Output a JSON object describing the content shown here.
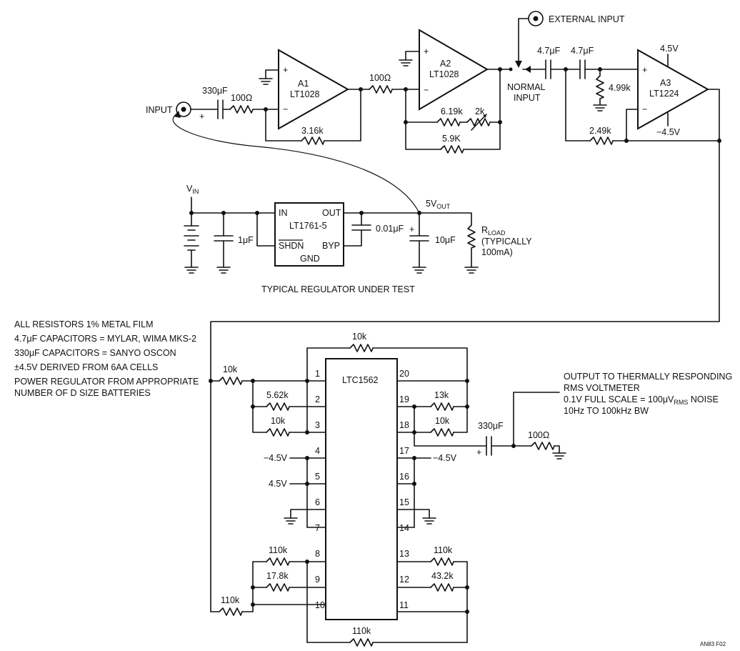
{
  "inputs": {
    "input_label": "INPUT",
    "external_input_label": "EXTERNAL INPUT",
    "normal_input_line1": "NORMAL",
    "normal_input_line2": "INPUT"
  },
  "amplifiers": {
    "a1": {
      "name": "A1",
      "part": "LT1028"
    },
    "a2": {
      "name": "A2",
      "part": "LT1028"
    },
    "a3": {
      "name": "A3",
      "part": "LT1224",
      "supply_pos": "4.5V",
      "supply_neg": "−4.5V"
    }
  },
  "components": {
    "c_in": "330μF",
    "r_in": "100Ω",
    "r_a1_fb": "3.16k",
    "r_a1_a2": "100Ω",
    "r_a2_fb1": "6.19k",
    "pot_a2": "2k",
    "r_a2_fb2": "5.9K",
    "c_hp1": "4.7μF",
    "c_hp2": "4.7μF",
    "r_hp": "4.99k",
    "r_a3_fb": "2.49k"
  },
  "regulator": {
    "vin_main": "V",
    "vin_sub": "IN",
    "chip": "LT1761-5",
    "pin_in": "IN",
    "pin_out": "OUT",
    "pin_shdn": "SHDN",
    "pin_byp": "BYP",
    "pin_gnd": "GND",
    "c_in": "1μF",
    "c_byp": "0.01μF",
    "c_out": "10μF",
    "vout_main": "5V",
    "vout_sub": "OUT",
    "rload_main": "R",
    "rload_sub": "LOAD",
    "rload_note1": "(TYPICALLY",
    "rload_note2": "100mA)",
    "caption": "TYPICAL REGULATOR UNDER TEST"
  },
  "notes": [
    "ALL RESISTORS 1% METAL FILM",
    "4.7μF CAPACITORS = MYLAR, WIMA MKS-2",
    "330μF CAPACITORS = SANYO OSCON",
    "±4.5V DERIVED FROM 6AA CELLS",
    "POWER REGULATOR FROM APPROPRIATE",
    "NUMBER OF D SIZE BATTERIES"
  ],
  "filter": {
    "chip": "LTC1562",
    "left_pins": [
      "1",
      "2",
      "3",
      "4",
      "5",
      "6",
      "7",
      "8",
      "9",
      "10"
    ],
    "right_pins": [
      "20",
      "19",
      "18",
      "17",
      "16",
      "15",
      "14",
      "13",
      "12",
      "11"
    ],
    "r_top": "10k",
    "r_in": "10k",
    "r_2": "5.62k",
    "r_3": "10k",
    "r_19": "13k",
    "r_18": "10k",
    "v_pin4": "−4.5V",
    "v_pin5": "4.5V",
    "v_pin17": "−4.5V",
    "r_8": "110k",
    "r_9": "17.8k",
    "r_10_in": "110k",
    "r_13": "110k",
    "r_12": "43.2k",
    "r_bottom": "110k"
  },
  "output": {
    "c_out": "330μF",
    "r_out": "100Ω",
    "line1": "OUTPUT TO THERMALLY RESPONDING",
    "line2": "RMS VOLTMETER",
    "line3_a": "0.1V FULL SCALE = 100μV",
    "line3_sub": "RMS",
    "line3_b": " NOISE",
    "line4": "10Hz TO 100kHz BW"
  },
  "figure_id": "AN83 F02"
}
